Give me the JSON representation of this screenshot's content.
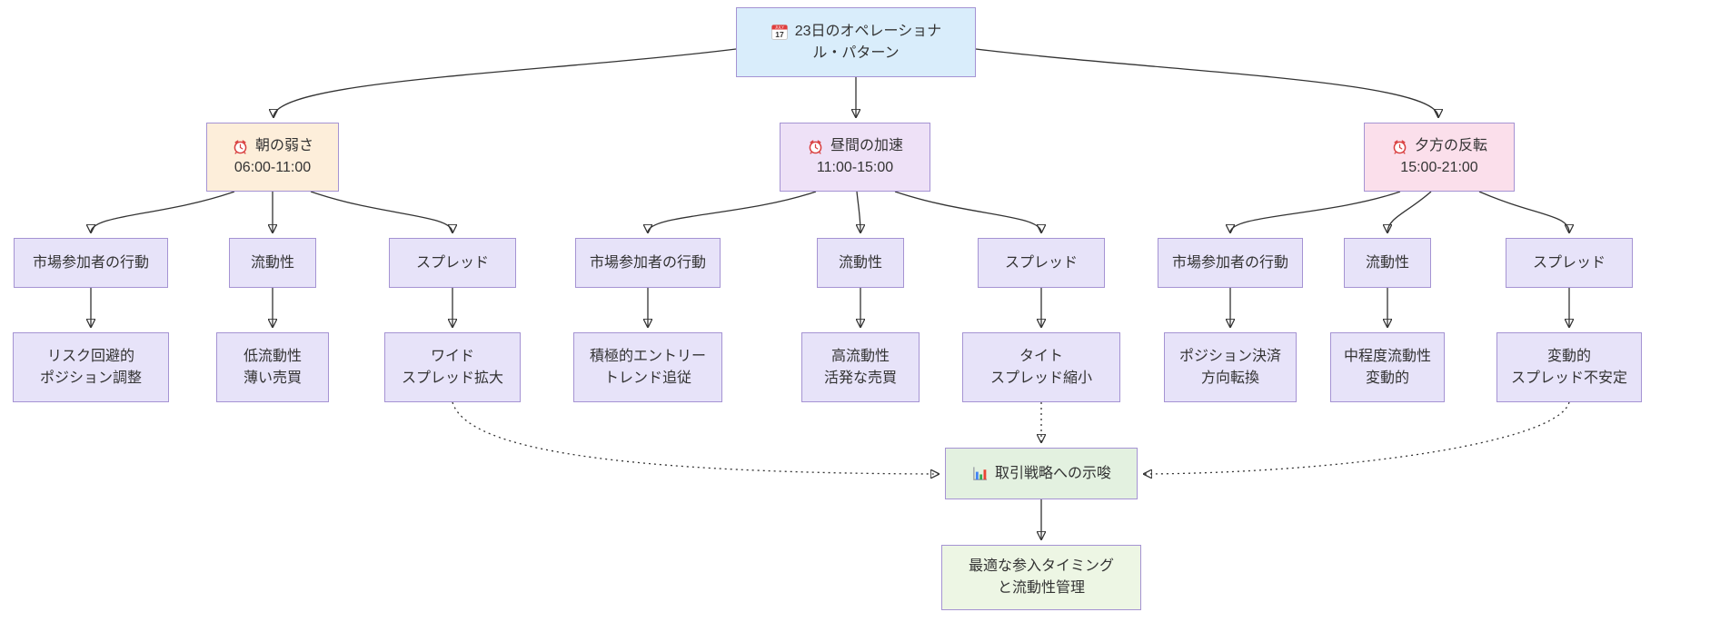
{
  "diagram": {
    "root": {
      "icon": "calendar-icon",
      "line1": "23日のオペレーショナ",
      "line2": "ル・パターン"
    },
    "branches": [
      {
        "icon": "alarm-clock-icon",
        "title": "朝の弱さ",
        "time": "06:00-11:00",
        "factors": [
          {
            "label": "市場参加者の行動",
            "detail_line1": "リスク回避的",
            "detail_line2": "ポジション調整"
          },
          {
            "label": "流動性",
            "detail_line1": "低流動性",
            "detail_line2": "薄い売買"
          },
          {
            "label": "スプレッド",
            "detail_line1": "ワイド",
            "detail_line2": "スプレッド拡大"
          }
        ]
      },
      {
        "icon": "alarm-clock-icon",
        "title": "昼間の加速",
        "time": "11:00-15:00",
        "factors": [
          {
            "label": "市場参加者の行動",
            "detail_line1": "積極的エントリー",
            "detail_line2": "トレンド追従"
          },
          {
            "label": "流動性",
            "detail_line1": "高流動性",
            "detail_line2": "活発な売買"
          },
          {
            "label": "スプレッド",
            "detail_line1": "タイト",
            "detail_line2": "スプレッド縮小"
          }
        ]
      },
      {
        "icon": "alarm-clock-icon",
        "title": "夕方の反転",
        "time": "15:00-21:00",
        "factors": [
          {
            "label": "市場参加者の行動",
            "detail_line1": "ポジション決済",
            "detail_line2": "方向転換"
          },
          {
            "label": "流動性",
            "detail_line1": "中程度流動性",
            "detail_line2": "変動的"
          },
          {
            "label": "スプレッド",
            "detail_line1": "変動的",
            "detail_line2": "スプレッド不安定"
          }
        ]
      }
    ],
    "strategy": {
      "icon": "bar-chart-icon",
      "label": "取引戦略への示唆"
    },
    "conclusion": {
      "line1": "最適な参入タイミング",
      "line2": "と流動性管理"
    },
    "colors": {
      "root_fill": "#d9edfb",
      "morning_fill": "#fdeeda",
      "midday_fill": "#eee1f7",
      "evening_fill": "#fbdfeb",
      "factor_fill": "#e7e3f9",
      "strategy_fill": "#e3f1e0",
      "conclusion_fill": "#edf6e4",
      "border": "#a593d3",
      "edge": "#333333"
    }
  }
}
